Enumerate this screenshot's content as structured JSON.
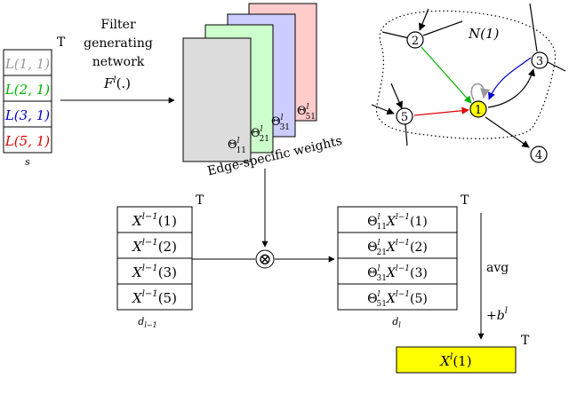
{
  "colors": {
    "gray": "#999999",
    "green": "#00b000",
    "blue": "#0000cc",
    "red": "#e00000",
    "yellow": "#ffff00",
    "filter_gray": "#dcdcdc",
    "filter_green": "#cdffcd",
    "filter_blue": "#ccccff",
    "filter_red": "#ffcccc"
  },
  "transpose_mark": "T",
  "filter_input": {
    "cells": [
      "L(1, 1)",
      "L(2, 1)",
      "L(3, 1)",
      "L(5, 1)"
    ],
    "cell_colors": [
      "gray",
      "green",
      "blue",
      "red"
    ],
    "label": "s"
  },
  "filter_network": {
    "line1": "Filter",
    "line2": "generating",
    "line3": "network",
    "function": "F",
    "function_sup": "l",
    "function_arg": "(.)"
  },
  "filter_weights": {
    "theta": "Θ",
    "sup": "l",
    "subs": [
      "11",
      "21",
      "31",
      "51"
    ],
    "caption": "Edge-specific weights"
  },
  "graph": {
    "neighborhood_label": "N(1)",
    "nodes": [
      "1",
      "2",
      "3",
      "4",
      "5"
    ]
  },
  "input_features": {
    "rows": [
      {
        "base": "X",
        "sup": "l−1",
        "arg": "(1)"
      },
      {
        "base": "X",
        "sup": "l−1",
        "arg": "(2)"
      },
      {
        "base": "X",
        "sup": "l−1",
        "arg": "(3)"
      },
      {
        "base": "X",
        "sup": "l−1",
        "arg": "(5)"
      }
    ],
    "dim_label": "d",
    "dim_sub": "l−1"
  },
  "operator": "⊗",
  "weighted_features": {
    "rows": [
      {
        "theta": "Θ",
        "sup": "l",
        "sub": "11",
        "x": "X",
        "xsup": "l−1",
        "arg": "(1)"
      },
      {
        "theta": "Θ",
        "sup": "l",
        "sub": "21",
        "x": "X",
        "xsup": "l−1",
        "arg": "(2)"
      },
      {
        "theta": "Θ",
        "sup": "l",
        "sub": "31",
        "x": "X",
        "xsup": "l−1",
        "arg": "(3)"
      },
      {
        "theta": "Θ",
        "sup": "l",
        "sub": "51",
        "x": "X",
        "xsup": "l−1",
        "arg": "(5)"
      }
    ],
    "dim_label": "d",
    "dim_sub": "l"
  },
  "aggregation": {
    "avg": "avg",
    "bias": "+b",
    "bias_sup": "l"
  },
  "output": {
    "base": "X",
    "sup": "l",
    "arg": "(1)"
  }
}
